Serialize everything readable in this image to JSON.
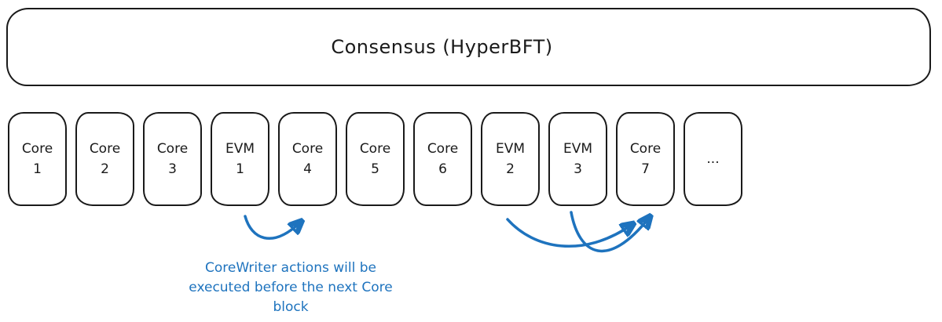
{
  "title": {
    "label": "Consensus (HyperBFT)"
  },
  "blocks": {
    "items": [
      {
        "line1": "Core",
        "line2": "1"
      },
      {
        "line1": "Core",
        "line2": "2"
      },
      {
        "line1": "Core",
        "line2": "3"
      },
      {
        "line1": "EVM",
        "line2": "1"
      },
      {
        "line1": "Core",
        "line2": "4"
      },
      {
        "line1": "Core",
        "line2": "5"
      },
      {
        "line1": "Core",
        "line2": "6"
      },
      {
        "line1": "EVM",
        "line2": "2"
      },
      {
        "line1": "EVM",
        "line2": "3"
      },
      {
        "line1": "Core",
        "line2": "7"
      },
      {
        "line1": "...",
        "line2": ""
      }
    ]
  },
  "arrows": {
    "color": "#1e73be",
    "items": [
      {
        "from": "EVM 1",
        "to": "Core 4"
      },
      {
        "from": "EVM 2",
        "to": "Core 7"
      },
      {
        "from": "EVM 3",
        "to": "Core 7"
      }
    ]
  },
  "annotation": {
    "color": "#1e73be",
    "lines": [
      "CoreWriter actions will be",
      "executed before the next Core",
      "block"
    ]
  },
  "colors": {
    "ink": "#1a1a1a",
    "background": "#ffffff",
    "accent_blue": "#1e73be"
  }
}
